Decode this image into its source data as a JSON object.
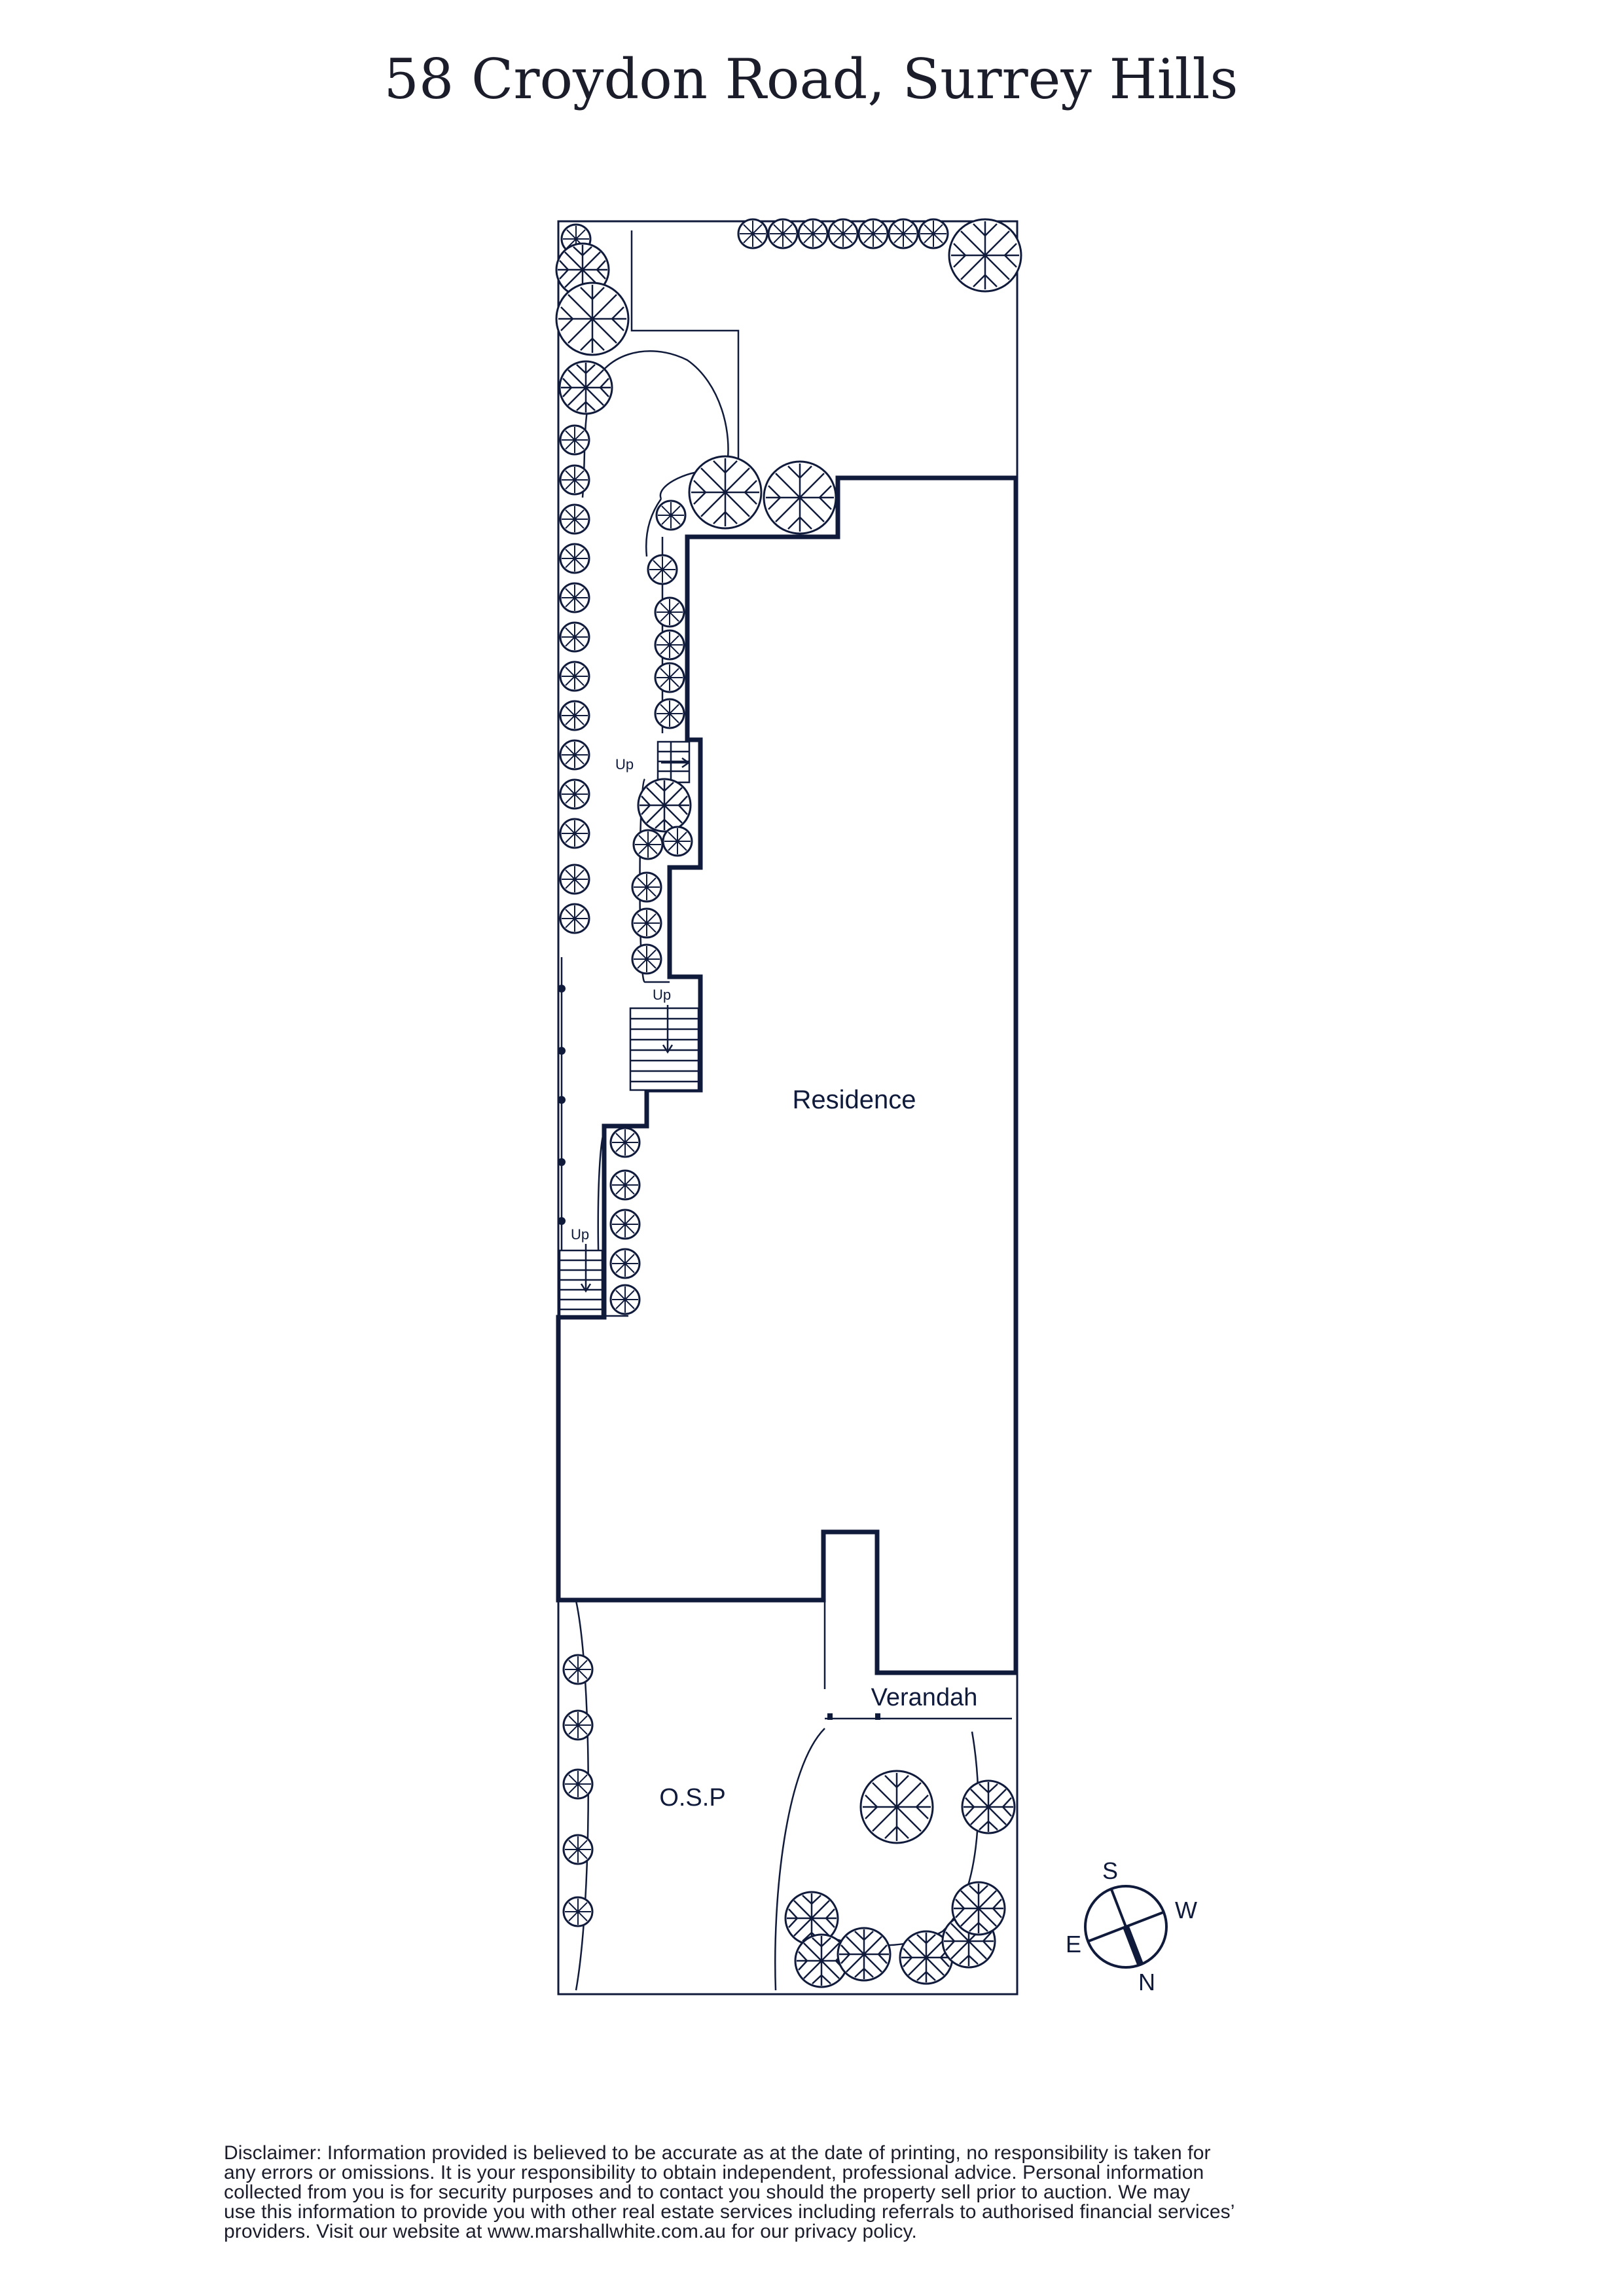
{
  "title": "58 Croydon Road, Surrey Hills",
  "plan": {
    "labels": {
      "residence": "Residence",
      "verandah": "Verandah",
      "osp": "O.S.P",
      "stairs_up": "Up"
    },
    "compass": {
      "south": "S",
      "west": "W",
      "east": "E",
      "north": "N"
    }
  },
  "disclaimer": {
    "lines": [
      "Disclaimer: Information provided is believed to be accurate as at the date of printing, no responsibility is taken for",
      "any errors or omissions. It is your responsibility to obtain independent, professional advice. Personal information",
      "collected from you is for security purposes and to contact you should the property sell prior to auction. We may",
      "use this information to provide you with other real estate services including referrals to authorised financial services’",
      "providers. Visit our website at www.marshallwhite.com.au for our privacy policy."
    ]
  },
  "colors": {
    "ink": "#101a3b",
    "text": "#1c1d2b",
    "background": "#ffffff"
  },
  "icons": {
    "tree": "tree-icon",
    "shrub": "shrub-icon",
    "compass": "compass-icon"
  }
}
